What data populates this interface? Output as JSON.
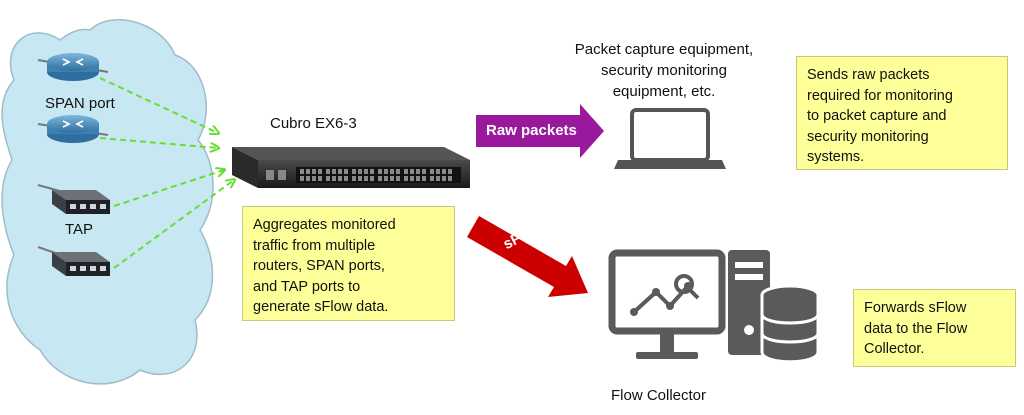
{
  "source_devices": {
    "span_label": "SPAN port",
    "tap_label": "TAP"
  },
  "switch": {
    "name": "Cubro EX6-3",
    "description_lines": [
      "Aggregates monitored",
      "traffic from multiple",
      "routers, SPAN ports,",
      "and TAP ports to",
      "generate sFlow data."
    ]
  },
  "raw_output": {
    "arrow_label": "Raw packets",
    "target_lines": [
      "Packet capture equipment,",
      "security monitoring",
      "equipment, etc."
    ],
    "note_lines": [
      "Sends raw packets",
      "required for monitoring",
      "to packet capture and",
      "security monitoring",
      "systems."
    ]
  },
  "sflow_output": {
    "arrow_label": "sFlow",
    "target_label": "Flow Collector",
    "note_lines": [
      "Forwards sFlow",
      "data to the Flow",
      "Collector."
    ]
  },
  "colors": {
    "cloud": "#c7e8f2",
    "cloud_edge": "#9fbcc8",
    "dashed_arrow": "#66dd33",
    "raw_arrow": "#99189b",
    "sflow_arrow": "#cc0000",
    "note_bg": "#ffff99",
    "icon_gray": "#5a5a5a"
  }
}
